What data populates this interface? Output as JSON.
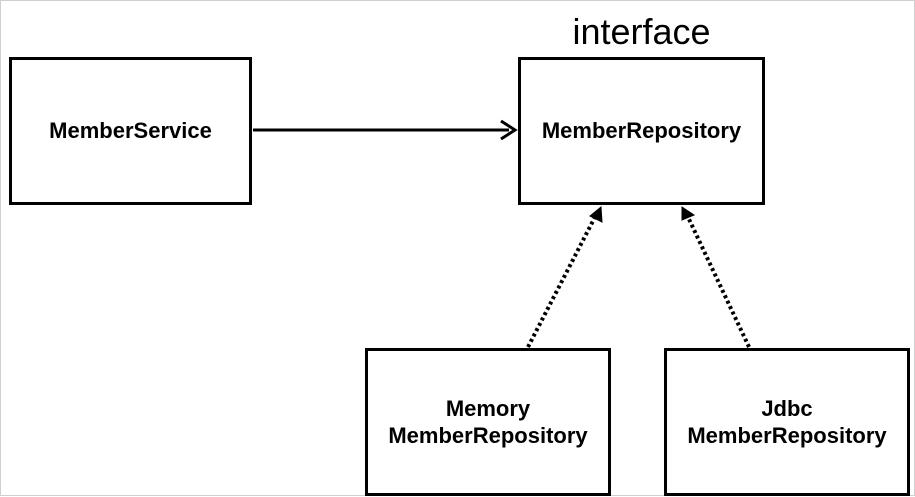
{
  "diagram": {
    "boxes": {
      "member_service": {
        "lines": [
          "MemberService"
        ]
      },
      "member_repository": {
        "stereotype": "interface",
        "lines": [
          "MemberRepository"
        ]
      },
      "memory_member_repository": {
        "lines": [
          "Memory",
          "MemberRepository"
        ]
      },
      "jdbc_member_repository": {
        "lines": [
          "Jdbc",
          "MemberRepository"
        ]
      }
    },
    "edges": [
      {
        "from": "MemberService",
        "to": "MemberRepository",
        "style": "solid",
        "kind": "dependency"
      },
      {
        "from": "MemoryMemberRepository",
        "to": "MemberRepository",
        "style": "dotted",
        "kind": "implementation"
      },
      {
        "from": "JdbcMemberRepository",
        "to": "MemberRepository",
        "style": "dotted",
        "kind": "implementation"
      }
    ],
    "colors": {
      "stroke": "#000000",
      "background": "#ffffff",
      "frame": "#d0d0d0"
    }
  }
}
